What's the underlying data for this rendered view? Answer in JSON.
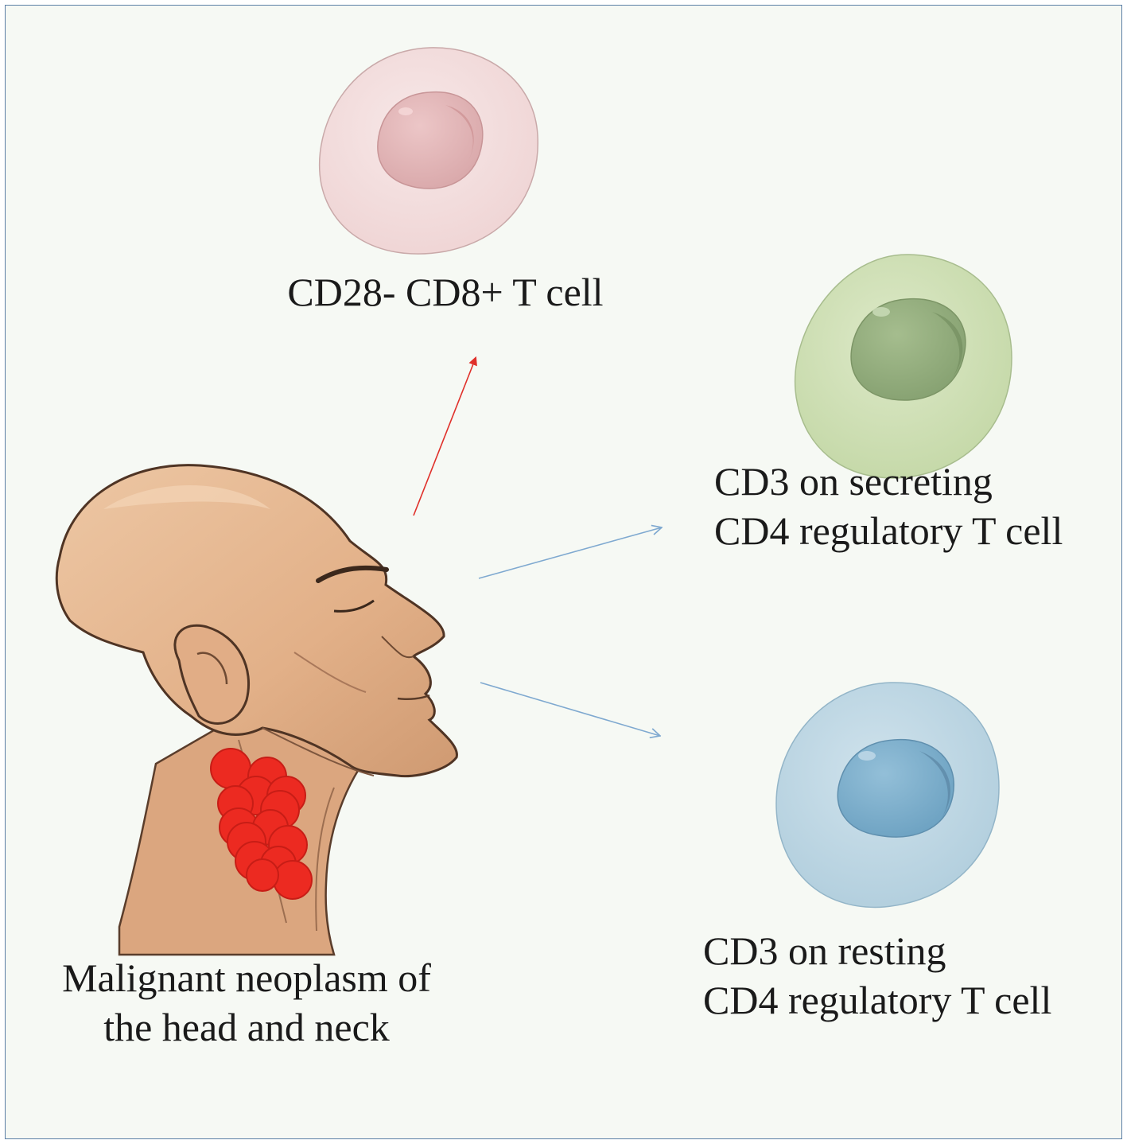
{
  "patient": {
    "line1": "Malignant neoplasm of",
    "line2": "the head and neck"
  },
  "cells": [
    {
      "id": "cd28-cd8",
      "line1": "CD28- CD8+ T cell",
      "line2": "",
      "color_body": "#f3dcdc",
      "color_nucleus": "#e4b9bb",
      "arrow_color": "#e0302a"
    },
    {
      "id": "secreting",
      "line1": "CD3 on secreting",
      "line2": "CD4 regulatory T cell",
      "color_body": "#cfe0b4",
      "color_nucleus": "#93ad7c",
      "arrow_color": "#7fa9d0"
    },
    {
      "id": "resting",
      "line1": "CD3 on resting",
      "line2": "CD4 regulatory T cell",
      "color_body": "#bdd6e4",
      "color_nucleus": "#7fb0cd",
      "arrow_color": "#7fa9d0"
    }
  ],
  "tumor_color": "#ec2a21",
  "skin_color": "#e6b58f"
}
